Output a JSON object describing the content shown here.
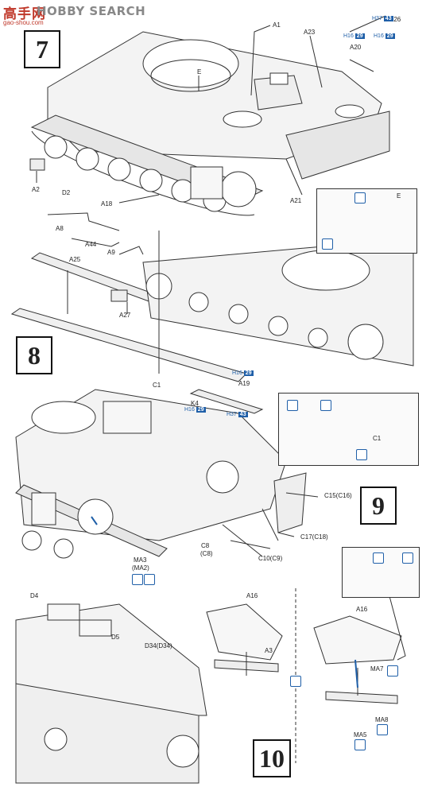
{
  "watermark": {
    "logo": "高手网",
    "text": "HOBBY SEARCH",
    "url": "gao-shou.com"
  },
  "steps": [
    "7",
    "8",
    "9",
    "10"
  ],
  "labels": {
    "a1": "A1",
    "a23": "A23",
    "a26": "A26",
    "a20": "A20",
    "e_top": "E",
    "e_inset": "E",
    "a2": "A2",
    "d2": "D2",
    "a18": "A18",
    "a21": "A21",
    "a8": "A8",
    "a44": "A44",
    "a9": "A9",
    "a25": "A25",
    "a27": "A27",
    "c1": "C1",
    "a19": "A19",
    "k4": "K4",
    "c1_inset": "C1",
    "c15": "C15(C16)",
    "c17": "C17(C18)",
    "c8": "C8",
    "c8b": "(C8)",
    "c10": "C10(C9)",
    "ma3": "MA3",
    "ma2": "(MA2)",
    "d4": "D4",
    "d5": "D5",
    "d34": "D34(D34)",
    "a16_left": "A16",
    "a3": "A3",
    "a16_right": "A16",
    "ma7": "MA7",
    "ma8": "MA8",
    "ma5": "MA5"
  },
  "paint_refs": {
    "h16_top": "H16",
    "h16_top_n": "29",
    "h37_top": "H37",
    "h37_top_n": "43",
    "h16_a20": "H16",
    "h16_a20_n": "29",
    "h16_a19": "H16",
    "h16_a19_n": "29",
    "h16_k4": "H16",
    "h16_k4_n": "29",
    "h37_k4": "H37",
    "h37_k4_n": "43"
  },
  "icons": [
    "glue-icon",
    "sand-icon",
    "paint-brush-icon",
    "flip-icon",
    "turn-over-icon",
    "cement-icon"
  ]
}
